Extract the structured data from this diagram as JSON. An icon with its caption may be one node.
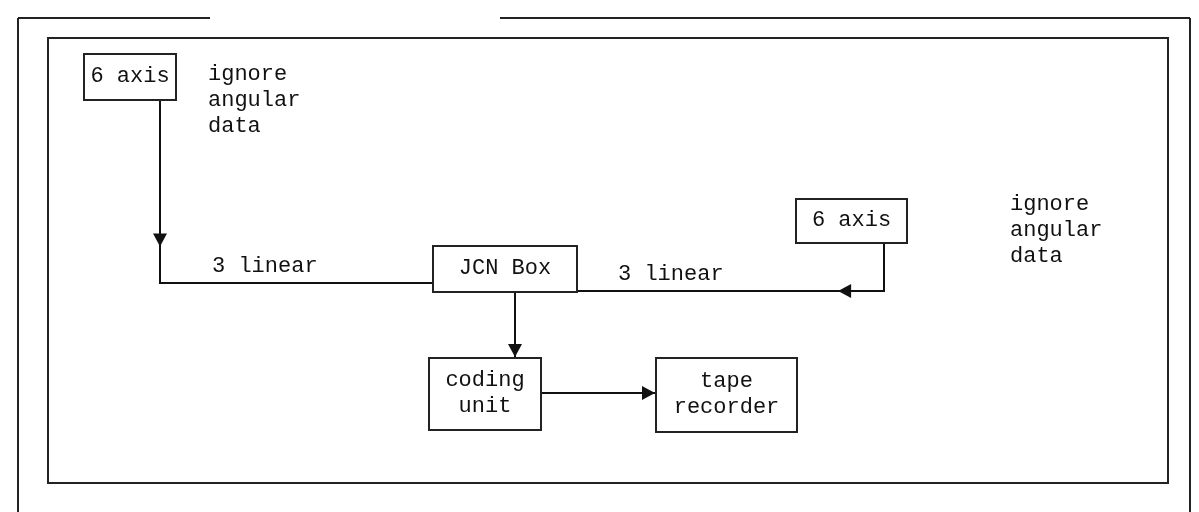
{
  "diagram": {
    "nodes": [
      {
        "text": [
          "6 axis"
        ],
        "beside": [
          "ignore angular data"
        ]
      },
      {
        "text": [
          "6 axis"
        ]
      },
      {
        "text": [
          "JCN Box"
        ]
      },
      {
        "text": [
          "coding unit"
        ]
      },
      {
        "text": [
          "tape recorder"
        ]
      }
    ],
    "edges": [
      {
        "from": 0,
        "to": 2,
        "arrow": "to",
        "label": "3 linear"
      },
      {
        "from": 1,
        "to": 2,
        "arrow": "to",
        "label": "3 linear"
      },
      {
        "from": 2,
        "to": 3,
        "arrow": "to"
      },
      {
        "from": 3,
        "to": 4,
        "arrow": "to"
      }
    ],
    "labels": [
      "ignore angular data"
    ]
  }
}
